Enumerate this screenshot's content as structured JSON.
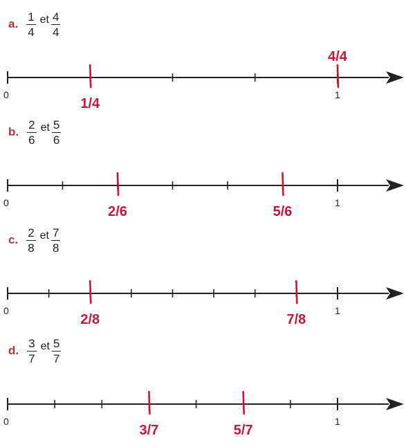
{
  "colors": {
    "ink": "#222222",
    "accent": "#b0343a",
    "marker": "#c8143c"
  },
  "exercises": [
    {
      "letter": "a.",
      "f1": {
        "num": "1",
        "den": "4"
      },
      "conj": "et",
      "f2": {
        "num": "4",
        "den": "4"
      },
      "divisions": 4,
      "start_label": "0",
      "end_label": "1",
      "marks": [
        {
          "pos": 1,
          "label": "1/4",
          "placement": "below"
        },
        {
          "pos": 4,
          "label": "4/4",
          "placement": "above"
        }
      ]
    },
    {
      "letter": "b.",
      "f1": {
        "num": "2",
        "den": "6"
      },
      "conj": "et",
      "f2": {
        "num": "5",
        "den": "6"
      },
      "divisions": 6,
      "start_label": "0",
      "end_label": "1",
      "marks": [
        {
          "pos": 2,
          "label": "2/6",
          "placement": "below"
        },
        {
          "pos": 5,
          "label": "5/6",
          "placement": "below"
        }
      ]
    },
    {
      "letter": "c.",
      "f1": {
        "num": "2",
        "den": "8"
      },
      "conj": "et",
      "f2": {
        "num": "7",
        "den": "8"
      },
      "divisions": 8,
      "start_label": "0",
      "end_label": "1",
      "marks": [
        {
          "pos": 2,
          "label": "2/8",
          "placement": "below"
        },
        {
          "pos": 7,
          "label": "7/8",
          "placement": "below"
        }
      ]
    },
    {
      "letter": "d.",
      "f1": {
        "num": "3",
        "den": "7"
      },
      "conj": "et",
      "f2": {
        "num": "5",
        "den": "7"
      },
      "divisions": 7,
      "start_label": "0",
      "end_label": "1",
      "marks": [
        {
          "pos": 3,
          "label": "3/7",
          "placement": "below"
        },
        {
          "pos": 5,
          "label": "5/7",
          "placement": "below"
        }
      ]
    }
  ]
}
